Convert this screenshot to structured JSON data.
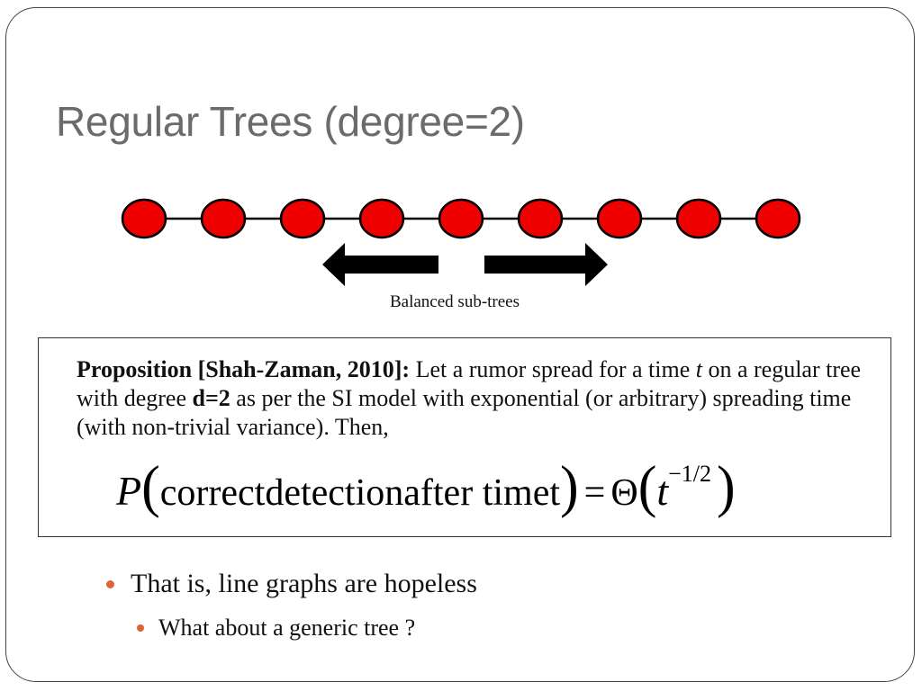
{
  "slide": {
    "title": "Regular Trees (degree=2)",
    "diagram_caption": "Balanced sub-trees",
    "node_color": "#ee0000",
    "node_count": 9,
    "arrows": [
      "left-arrow",
      "right-arrow"
    ]
  },
  "proposition": {
    "label": "Proposition [Shah-Zaman, 2010]:",
    "text1": " Let a rumor spread for a time ",
    "t1": "t",
    "text2": " on a regular tree with degree ",
    "degree": "d=2",
    "text3": " as per the SI model with exponential (or arbitrary) spreading time (with non-trivial variance).  Then,"
  },
  "formula": {
    "p": "P",
    "open_paren": "(",
    "body": "correctdetectionafter timet",
    "close_paren": ")",
    "equals": "=",
    "theta": "Θ",
    "t": "t",
    "exponent": "−1/2"
  },
  "bullets": {
    "level1": "That is, line graphs are hopeless",
    "level2": "What about a generic tree ?"
  },
  "colors": {
    "title": "#6b6b6b",
    "bullet": "#e0623a",
    "node": "#ee0000"
  }
}
